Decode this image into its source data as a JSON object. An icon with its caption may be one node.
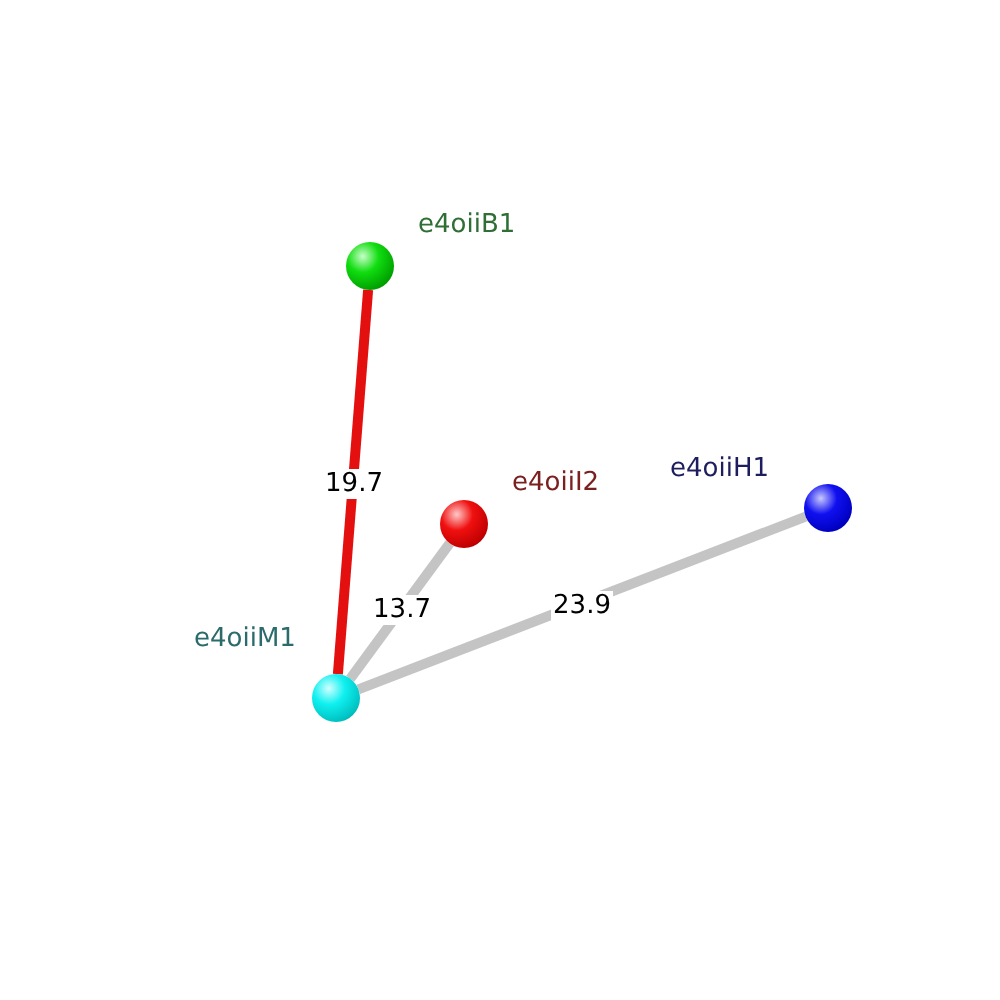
{
  "diagram": {
    "nodes": [
      {
        "text": [],
        "shape": "circle",
        "beside": [
          "e4oiiB1"
        ]
      },
      {
        "text": [],
        "shape": "circle",
        "beside": [
          "e4oiiI2"
        ]
      },
      {
        "text": [],
        "shape": "circle",
        "beside": [
          "e4oiiH1"
        ]
      },
      {
        "text": [],
        "shape": "circle",
        "beside": [
          "e4oiiM1"
        ]
      }
    ],
    "edges": [
      {
        "from": 3,
        "to": 0,
        "arrow": "none",
        "label": "19.7",
        "color": "#e41010"
      },
      {
        "from": 3,
        "to": 1,
        "arrow": "none",
        "label": "13.7"
      },
      {
        "from": 3,
        "to": 2,
        "arrow": "none",
        "label": "23.9"
      }
    ]
  }
}
